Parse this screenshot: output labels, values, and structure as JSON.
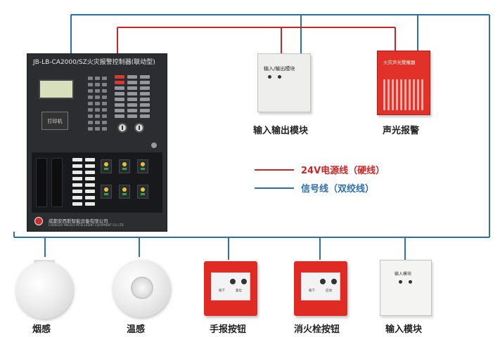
{
  "colors": {
    "power_wire": "#c62828",
    "signal_wire": "#2f6fa8",
    "panel_body": "#2c2d31",
    "device_red": "#e02b24"
  },
  "controller": {
    "title": "JB-LB-CA2000/SZ火灾报警控制器(联动型)",
    "printer_label": "打印机",
    "company_name": "成都安西斯智能设备有限公司",
    "company_name_en": "CHENGDU ANGELS INTELLIGENT EQUIPMENT CO.,LTD",
    "icon": "fire-alarm-control-panel-icon"
  },
  "top_devices": [
    {
      "caption": "输入输出模块",
      "face_label": "输入/输出模块",
      "icon": "io-module-icon"
    },
    {
      "caption": "声光报警",
      "face_label": "火灾声光警报器",
      "icon": "sound-light-alarm-icon"
    }
  ],
  "legend": [
    {
      "label": "24V电源线（硬线）",
      "color": "#c62828"
    },
    {
      "label": "信号线（双绞线）",
      "color": "#2f6fa8"
    }
  ],
  "bottom_devices": [
    {
      "caption": "烟感",
      "icon": "smoke-detector-icon"
    },
    {
      "caption": "温感",
      "icon": "heat-detector-icon"
    },
    {
      "caption": "手报按钮",
      "icon": "manual-call-point-icon",
      "btn1": "按下",
      "btn2": "复位"
    },
    {
      "caption": "消火栓按钮",
      "icon": "hydrant-button-icon",
      "btn1": "按下",
      "btn2": "启动"
    },
    {
      "caption": "输入模块",
      "face_label": "输入模块",
      "icon": "input-module-icon"
    }
  ]
}
